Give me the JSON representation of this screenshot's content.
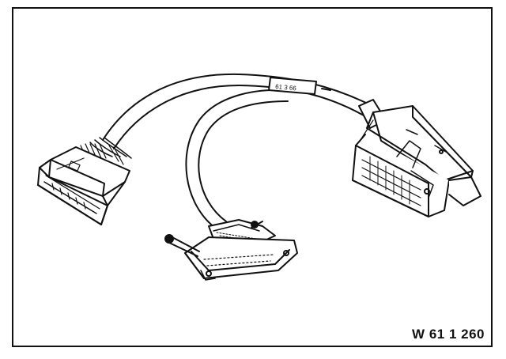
{
  "figure": {
    "reference_code": "W 61 1 260",
    "cable_label": "61 3 66",
    "components": [
      "adapter-cable",
      "rectangular-connector-left",
      "d-sub-connector",
      "diagnostic-plug-right"
    ]
  }
}
